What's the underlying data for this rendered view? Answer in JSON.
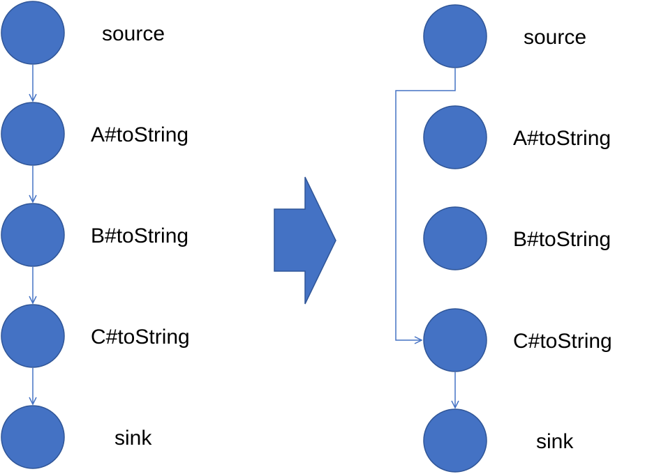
{
  "colors": {
    "node_fill": "#4472c4",
    "node_stroke": "#2f5597",
    "edge": "#4472c4",
    "text": "#000000"
  },
  "left_graph": {
    "nodes": [
      {
        "id": "source",
        "label": "source"
      },
      {
        "id": "a",
        "label": "A#toString"
      },
      {
        "id": "b",
        "label": "B#toString"
      },
      {
        "id": "c",
        "label": "C#toString"
      },
      {
        "id": "sink",
        "label": "sink"
      }
    ],
    "edges": [
      {
        "from": "source",
        "to": "a"
      },
      {
        "from": "a",
        "to": "b"
      },
      {
        "from": "b",
        "to": "c"
      },
      {
        "from": "c",
        "to": "sink"
      }
    ]
  },
  "transform_arrow": {
    "icon": "right-arrow-icon"
  },
  "right_graph": {
    "nodes": [
      {
        "id": "source",
        "label": "source"
      },
      {
        "id": "a",
        "label": "A#toString"
      },
      {
        "id": "b",
        "label": "B#toString"
      },
      {
        "id": "c",
        "label": "C#toString"
      },
      {
        "id": "sink",
        "label": "sink"
      }
    ],
    "edges": [
      {
        "from": "source",
        "to": "c"
      },
      {
        "from": "c",
        "to": "sink"
      }
    ]
  }
}
